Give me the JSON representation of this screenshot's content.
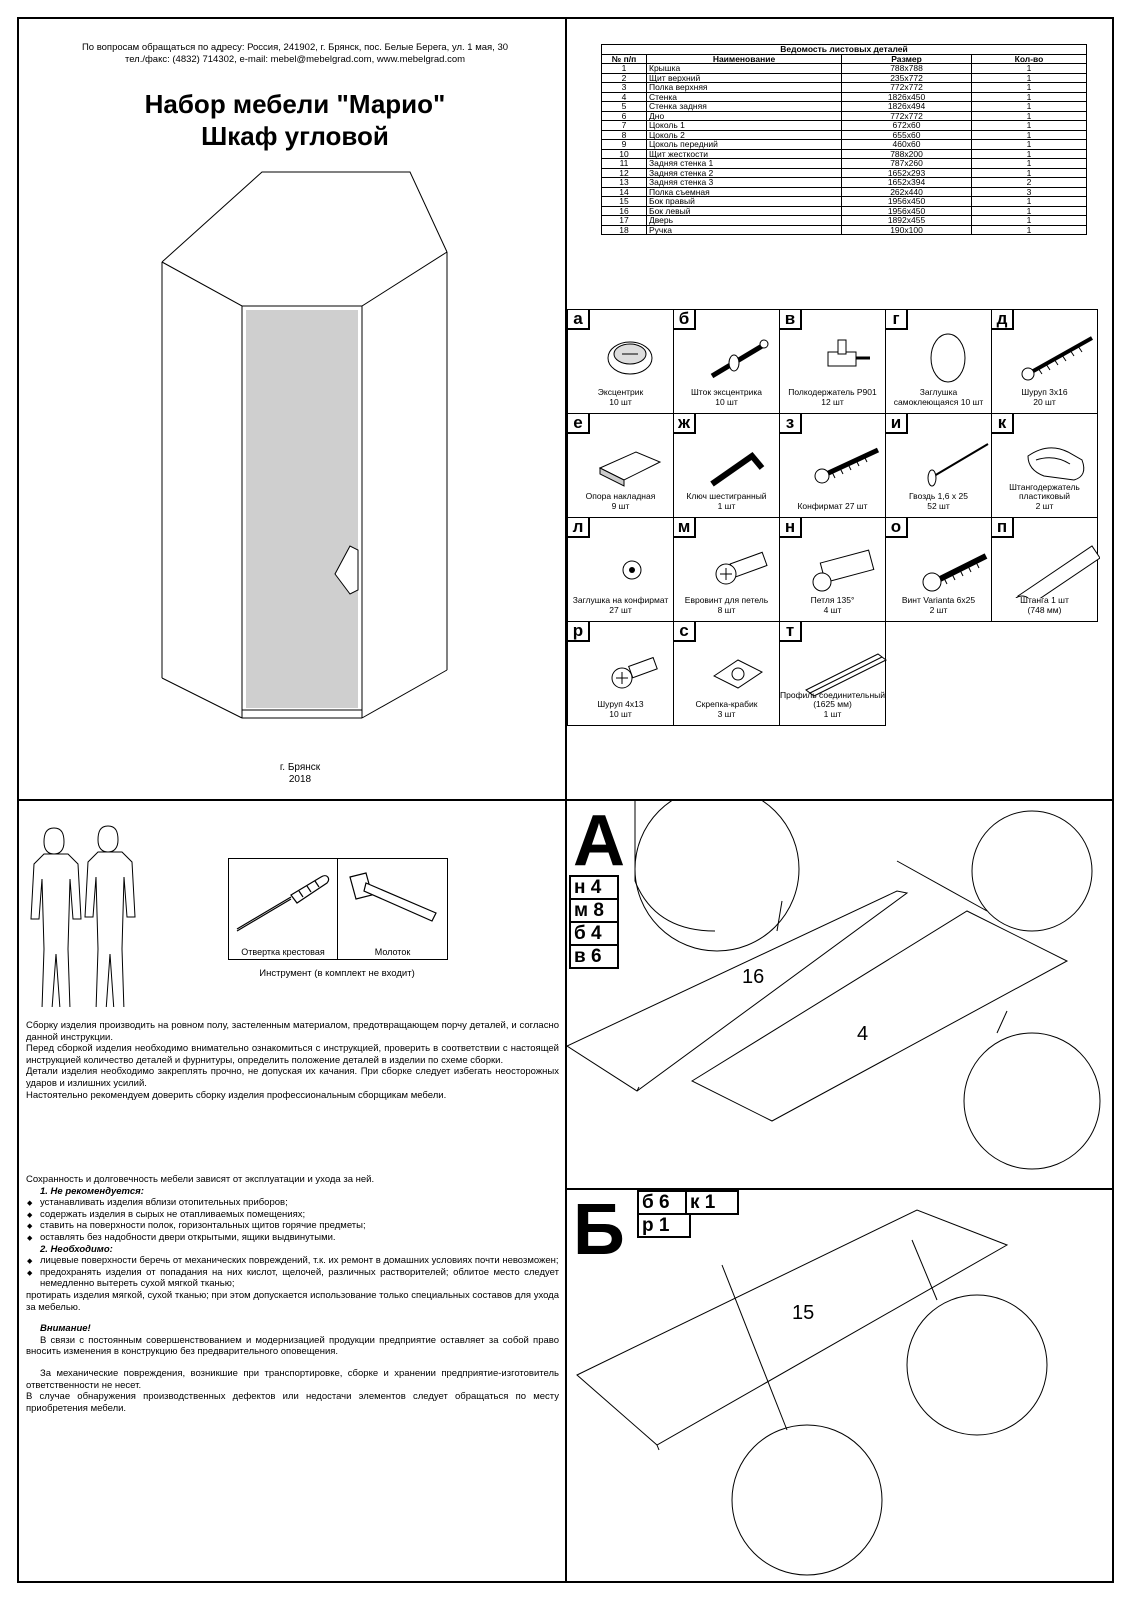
{
  "header": {
    "contact_line1": "По вопросам обращаться по адресу: Россия, 241902, г. Брянск, пос. Белые Берега, ул. 1 мая, 30",
    "contact_line2": "тел./факс: (4832) 714302, e-mail: mebel@mebelgrad.com, www.mebelgrad.com",
    "title_line1": "Набор мебели \"Марио\"",
    "title_line2": "Шкаф угловой",
    "city": "г. Брянск",
    "year": "2018"
  },
  "parts_table": {
    "caption": "Ведомость листовых деталей",
    "columns": [
      "№ п/п",
      "Наименование",
      "Размер",
      "Кол-во"
    ],
    "rows": [
      [
        "1",
        "Крышка",
        "788х788",
        "1"
      ],
      [
        "2",
        "Щит верхний",
        "235х772",
        "1"
      ],
      [
        "3",
        "Полка верхняя",
        "772х772",
        "1"
      ],
      [
        "4",
        "Стенка",
        "1826х450",
        "1"
      ],
      [
        "5",
        "Стенка задняя",
        "1826х494",
        "1"
      ],
      [
        "6",
        "Дно",
        "772х772",
        "1"
      ],
      [
        "7",
        "Цоколь 1",
        "672х60",
        "1"
      ],
      [
        "8",
        "Цоколь 2",
        "655х60",
        "1"
      ],
      [
        "9",
        "Цоколь передний",
        "460х60",
        "1"
      ],
      [
        "10",
        "Щит жесткости",
        "788х200",
        "1"
      ],
      [
        "11",
        "Задняя стенка 1",
        "787х260",
        "1"
      ],
      [
        "12",
        "Задняя стенка 2",
        "1652х293",
        "1"
      ],
      [
        "13",
        "Задняя стенка 3",
        "1652х394",
        "2"
      ],
      [
        "14",
        "Полка съемная",
        "262х440",
        "3"
      ],
      [
        "15",
        "Бок правый",
        "1956х450",
        "1"
      ],
      [
        "16",
        "Бок левый",
        "1956х450",
        "1"
      ],
      [
        "17",
        "Дверь",
        "1892х455",
        "1"
      ],
      [
        "18",
        "Ручка",
        "190х100",
        "1"
      ]
    ]
  },
  "hardware": [
    {
      "letter": "а",
      "icon": "eccentric-icon",
      "name": "Эксцентрик",
      "qty": "10 шт"
    },
    {
      "letter": "б",
      "icon": "eccentric-rod-icon",
      "name": "Шток эксцентрика",
      "qty": "10 шт"
    },
    {
      "letter": "в",
      "icon": "shelf-holder-icon",
      "name": "Полкодержатель Р901",
      "qty": "12 шт"
    },
    {
      "letter": "г",
      "icon": "adhesive-cap-icon",
      "name": "Заглушка",
      "qty": "самоклеющаяся 10 шт"
    },
    {
      "letter": "д",
      "icon": "screw-icon",
      "name": "Шуруп 3х16",
      "qty": "20 шт"
    },
    {
      "letter": "е",
      "icon": "support-pad-icon",
      "name": "Опора накладная",
      "qty": "9 шт"
    },
    {
      "letter": "ж",
      "icon": "hex-key-icon",
      "name": "Ключ шестигранный",
      "qty": "1 шт"
    },
    {
      "letter": "з",
      "icon": "confirmat-icon",
      "name": "Конфирмат 27 шт",
      "qty": ""
    },
    {
      "letter": "и",
      "icon": "nail-icon",
      "name": "Гвоздь 1,6 х 25",
      "qty": "52 шт"
    },
    {
      "letter": "к",
      "icon": "rod-holder-icon",
      "name": "Штангодержатель пластиковый",
      "qty": "2 шт"
    },
    {
      "letter": "л",
      "icon": "confirmat-cap-icon",
      "name": "Заглушка на конфирмат 27 шт",
      "qty": ""
    },
    {
      "letter": "м",
      "icon": "euroscrew-icon",
      "name": "Евровинт для петель",
      "qty": "8 шт"
    },
    {
      "letter": "н",
      "icon": "hinge-icon",
      "name": "Петля 135°",
      "qty": "4 шт"
    },
    {
      "letter": "о",
      "icon": "varianta-screw-icon",
      "name": "Винт Varianta 6х25",
      "qty": "2 шт"
    },
    {
      "letter": "п",
      "icon": "hanging-rod-icon",
      "name": "Штанга 1 шт",
      "qty": "(748 мм)"
    },
    {
      "letter": "р",
      "icon": "screw-4x13-icon",
      "name": "Шуруп 4х13",
      "qty": "10 шт"
    },
    {
      "letter": "с",
      "icon": "crab-clip-icon",
      "name": "Скрепка-крабик",
      "qty": "3 шт"
    },
    {
      "letter": "т",
      "icon": "connector-profile-icon",
      "name": "Профиль соединительный (1625 мм)",
      "qty": "1 шт"
    }
  ],
  "tools": {
    "screwdriver_label": "Отвертка крестовая",
    "hammer_label": "Молоток",
    "caption": "Инструмент (в комплект не входит)"
  },
  "instructions": {
    "p1": "Сборку изделия производить на ровном полу, застеленным материалом, предотвращающем порчу деталей, и согласно данной инструкции.",
    "p2": "Перед сборкой изделия необходимо внимательно ознакомиться с инструкцией, проверить в соответствии с настоящей инструкцией количество деталей и фурнитуры, определить положение деталей в изделии по схеме сборки.",
    "p3": "Детали изделия необходимо закреплять прочно, не допуская их качания. При сборке следует избегать неосторожных ударов и излишних усилий.",
    "p4": "Настоятельно рекомендуем доверить сборку изделия профессиональным сборщикам мебели."
  },
  "care": {
    "intro": "Сохранность и долговечность мебели зависят от эксплуатации и ухода за ней.",
    "not_recommended_title": "1. Не рекомендуется:",
    "not_recommended": [
      "устанавливать изделия вблизи отопительных приборов;",
      "содержать изделия в сырых не отапливаемых помещениях;",
      "ставить на поверхности полок, горизонтальных щитов горячие предметы;",
      "оставлять без надобности двери открытыми, ящики выдвинутыми."
    ],
    "required_title": "2. Необходимо:",
    "required": [
      "лицевые поверхности беречь от механических повреждений, т.к. их  ремонт в домашних условиях почти невозможен;",
      "предохранять изделия от попадания на них кислот, щелочей, различных растворителей; облитое место следует немедленно вытереть сухой мягкой тканью;"
    ],
    "wipe": "протирать изделия мягкой, сухой тканью; при этом допускается использование только специальных составов для ухода за мебелью.",
    "attention_title": "Внимание!",
    "attention": "В связи с постоянным совершенствованием и модернизацией продукции предприятие оставляет за собой право вносить изменения в конструкцию без предварительного оповещения.",
    "damage": "За механические повреждения, возникшие при транспортировке, сборке и хранении предприятие-изготовитель ответственности не несет.",
    "defects": "В случае обнаружения производственных дефектов или недостачи элементов следует обращаться по месту приобретения мебели."
  },
  "steps": {
    "A": {
      "letter": "А",
      "tags": [
        "н 4",
        "м 8",
        "б 4",
        "в 6"
      ],
      "part_left": "16",
      "part_right": "4"
    },
    "B": {
      "letter": "Б",
      "tag1": "б 6",
      "tag2": "к 1",
      "tag3": "р 1",
      "part": "15"
    }
  }
}
